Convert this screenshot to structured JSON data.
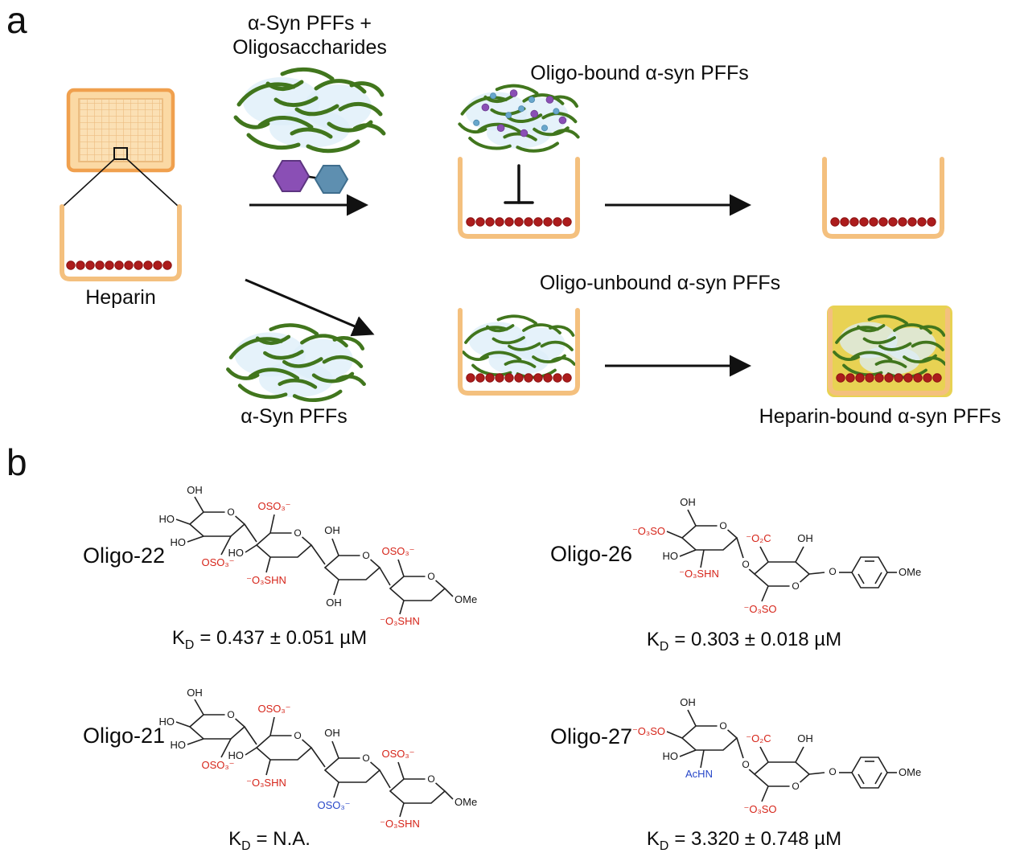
{
  "colors": {
    "sulfate_red": "#d6251a",
    "substituent_blue": "#2646c8",
    "fibril_green": "#41761d",
    "plate_orange": "#f0a04e",
    "well_orange": "#f4c07e",
    "heparin_dot_red": "#ac1c1c",
    "oligo_purple": "#8a4fb5",
    "oligo_blue": "#5e8fb0",
    "highlight_yellow": "#e7d04a",
    "glow_blue": "#dcedf8"
  },
  "panelA": {
    "label": "a",
    "captions": {
      "mix_line1": "α-Syn PFFs +",
      "mix_line2": "Oligosaccharides",
      "oligo_bound": "Oligo-bound α-syn PFFs",
      "heparin": "Heparin",
      "oligo_unbound": "Oligo-unbound α-syn PFFs",
      "asyn_pffs": "α-Syn PFFs",
      "heparin_bound": "Heparin-bound α-syn PFFs"
    }
  },
  "panelB": {
    "label": "b",
    "structures": [
      {
        "id": "oligo22",
        "name": "Oligo-22",
        "kd": {
          "symbol": "K",
          "subscript": "D",
          "value": "= 0.437 ± 0.051 µM"
        },
        "labels": [
          "OH",
          "HO",
          "HO",
          "OSO₃⁻",
          "O",
          "OSO₃⁻",
          "HO",
          "⁻O₃SHN",
          "O",
          "OH",
          "OH",
          "O",
          "OSO₃⁻",
          "⁻O₃SHN",
          "OMe",
          "O"
        ]
      },
      {
        "id": "oligo26",
        "name": "Oligo-26",
        "kd": {
          "symbol": "K",
          "subscript": "D",
          "value": "= 0.303 ± 0.018 µM"
        },
        "labels": [
          "OH",
          "⁻O₃SO",
          "HO",
          "⁻O₃SHN",
          "O",
          "⁻O₂C",
          "OH",
          "⁻O₃SO",
          "O",
          "O",
          "O",
          "OMe"
        ]
      },
      {
        "id": "oligo21",
        "name": "Oligo-21",
        "kd": {
          "symbol": "K",
          "subscript": "D",
          "value": "= N.A."
        },
        "labels": [
          "OH",
          "HO",
          "HO",
          "OSO₃⁻",
          "O",
          "OSO₃⁻",
          "HO",
          "⁻O₃SHN",
          "O",
          "OH",
          "OSO₃⁻",
          "O",
          "OSO₃⁻",
          "⁻O₃SHN",
          "OMe",
          "O"
        ]
      },
      {
        "id": "oligo27",
        "name": "Oligo-27",
        "kd": {
          "symbol": "K",
          "subscript": "D",
          "value": "= 3.320 ± 0.748 µM"
        },
        "labels": [
          "OH",
          "⁻O₃SO",
          "HO",
          "AcHN",
          "O",
          "⁻O₂C",
          "OH",
          "⁻O₃SO",
          "O",
          "O",
          "O",
          "OMe"
        ]
      }
    ]
  }
}
